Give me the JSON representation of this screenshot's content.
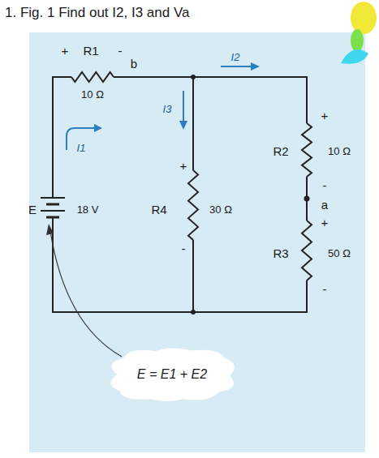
{
  "diagram": {
    "title": "1. Fig. 1 Find out I2, I3 and Va",
    "nodes": [
      {
        "text": [
          "E = E1 + E2"
        ]
      }
    ],
    "edges": [],
    "labels": [
      "+",
      "R1",
      "-",
      "b",
      "10 Ω",
      "I3",
      "I2",
      "I1",
      "+",
      "R2",
      "10 Ω",
      "-",
      "E",
      "18 V",
      "R4",
      "+",
      "30 Ω",
      "-",
      "a",
      "+",
      "R3",
      "50 Ω",
      "-"
    ]
  }
}
